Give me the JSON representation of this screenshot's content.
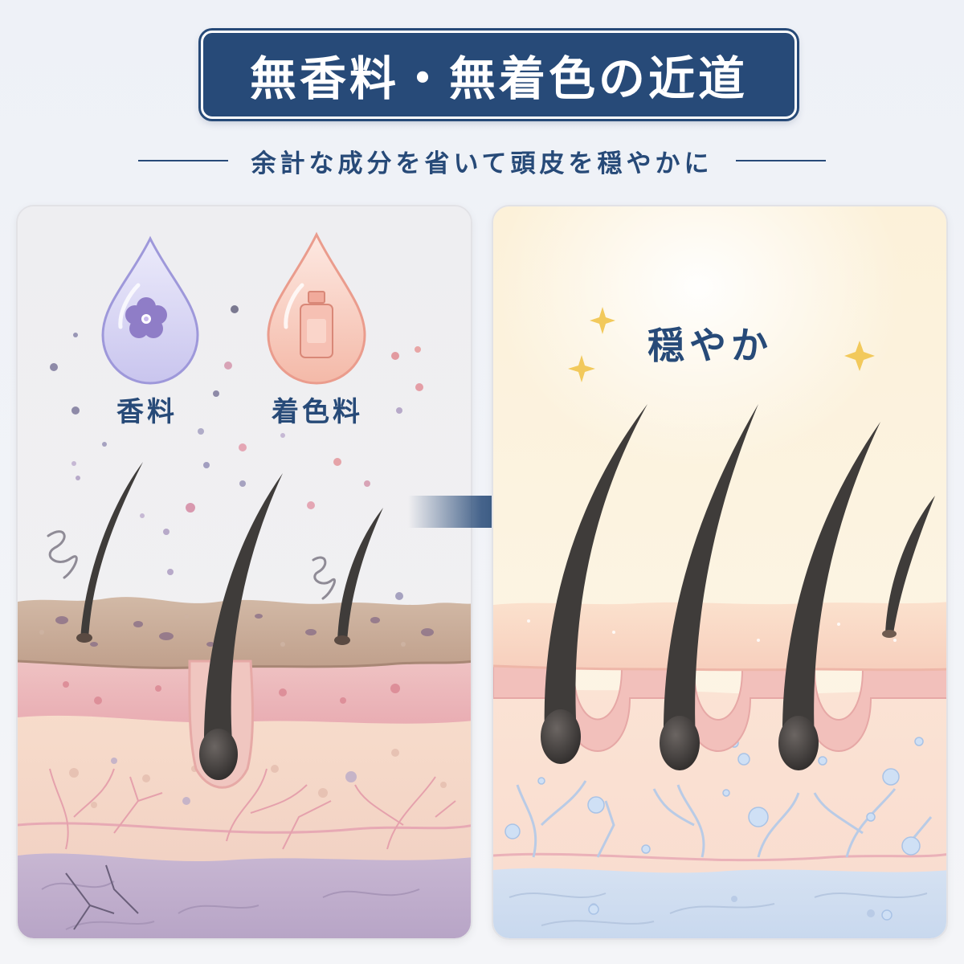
{
  "header": {
    "title": "無香料・無着色の近道",
    "subtitle": "余計な成分を省いて頭皮を穏やかに"
  },
  "left_panel": {
    "fragrance_label": "香料",
    "colorant_label": "着色料"
  },
  "right_panel": {
    "calm_label": "穏やか"
  },
  "colors": {
    "navy": "#274a78",
    "lavender_drop": "#cfcdf0",
    "coral_drop": "#f7c6b8",
    "skin_peach": "#f7dcc8",
    "skin_pink": "#f1c1bf",
    "hair": "#3f3c3a"
  },
  "icons": {
    "fragrance": "flower-icon",
    "colorant": "bottle-icon",
    "sparkle": "sparkle-icon"
  }
}
